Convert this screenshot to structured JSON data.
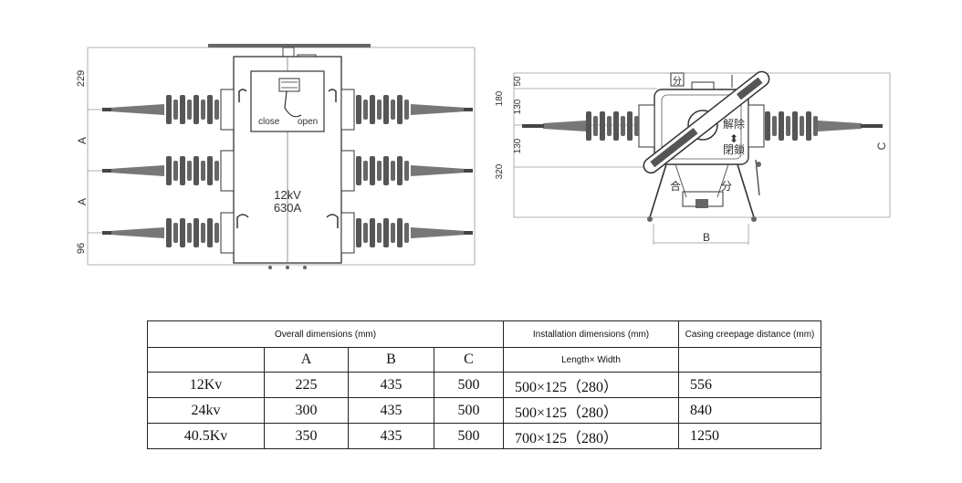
{
  "drawing": {
    "front_dims": {
      "top": "229",
      "a1": "A",
      "a2": "A",
      "bottom": "96"
    },
    "front_labels": {
      "close": "close",
      "open": "open",
      "voltage": "12kV",
      "current": "630A"
    },
    "side_dims": {
      "d180": "180",
      "d50": "50",
      "d130a": "130",
      "d130b": "130",
      "d320": "320",
      "b": "B",
      "c": "C"
    },
    "side_labels": {
      "unlock": "解除",
      "lock": "閉鎖",
      "close_cn": "合",
      "open_cn": "分",
      "top_cn": "分"
    }
  },
  "table": {
    "header_overall": "Overall dimensions (mm)",
    "header_install": "Installation dimensions (mm)",
    "header_creepage": "Casing creepage distance (mm)",
    "col_a": "A",
    "col_b": "B",
    "col_c": "C",
    "install_sub": "Length× Width",
    "rows": [
      {
        "voltage": "12Kv",
        "a": "225",
        "b": "435",
        "c": "500",
        "install": "500×125（280）",
        "creepage": "556"
      },
      {
        "voltage": "24kv",
        "a": "300",
        "b": "435",
        "c": "500",
        "install": "500×125（280）",
        "creepage": "840"
      },
      {
        "voltage": "40.5Kv",
        "a": "350",
        "b": "435",
        "c": "500",
        "install": "700×125（280）",
        "creepage": "1250"
      }
    ]
  }
}
